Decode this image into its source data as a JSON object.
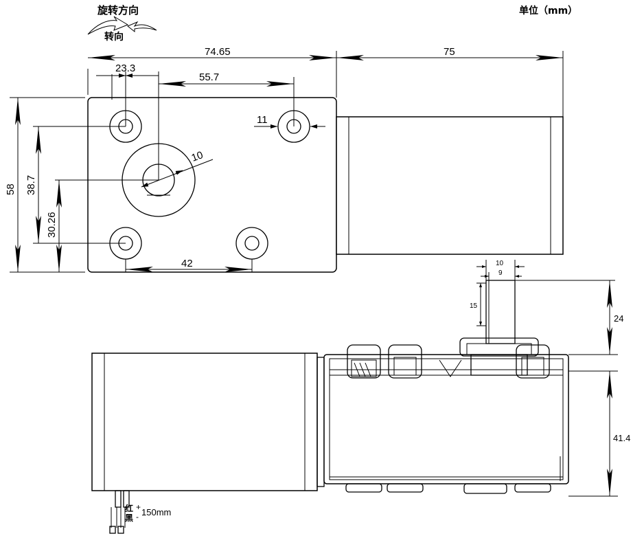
{
  "header": {
    "rotation_title": "旋转方向",
    "rotation_label": "转向",
    "unit": "单位（mm）"
  },
  "top_view": {
    "dim_74_65": "74.65",
    "dim_75": "75",
    "dim_23_3": "23.3",
    "dim_55_7": "55.7",
    "dim_11": "11",
    "dim_10_shaft": "10",
    "dim_58": "58",
    "dim_38_7": "38.7",
    "dim_30_26": "30.26",
    "dim_42": "42"
  },
  "side_view": {
    "dim_shaft_10": "10",
    "dim_shaft_9": "9",
    "dim_shaft_15": "15",
    "dim_24": "24",
    "dim_41_4": "41.4",
    "wire_red": "红",
    "wire_black": "黑",
    "wire_plus": "+",
    "wire_minus": "-",
    "wire_length": "150mm"
  }
}
